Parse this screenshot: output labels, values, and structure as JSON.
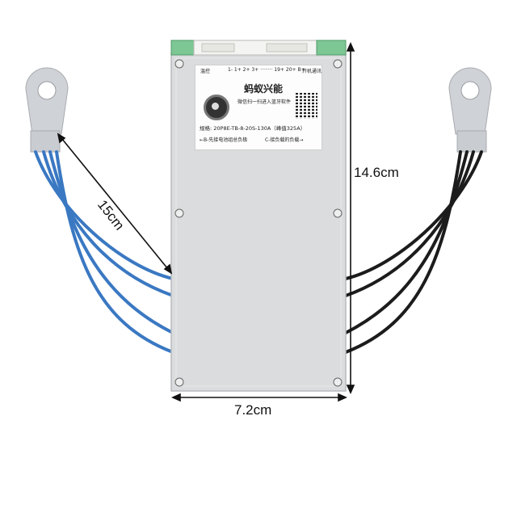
{
  "dimensions": {
    "width": "7.2cm",
    "height": "14.6cm",
    "cable_length": "15cm"
  },
  "label": {
    "brand": "蚂蚁兴能",
    "tagline": "微信扫一扫进入蓝牙软件",
    "spec": "规格: 20P8E-TB-8-20S-130A（峰值325A）",
    "note_b": "←B-先接电池组总负极",
    "note_c": "C-接负载的负载→",
    "port_left": "温控",
    "port_right": "开机通讯",
    "pins": "1- 1+ 2+ 3+ ········ 19+ 20+ B+"
  },
  "colors": {
    "board": "#dadcde",
    "battery_wire": "#3a78c2",
    "load_wire": "#1c1c1c",
    "lug": "#cfd2d6",
    "connector": "#7dc795"
  }
}
